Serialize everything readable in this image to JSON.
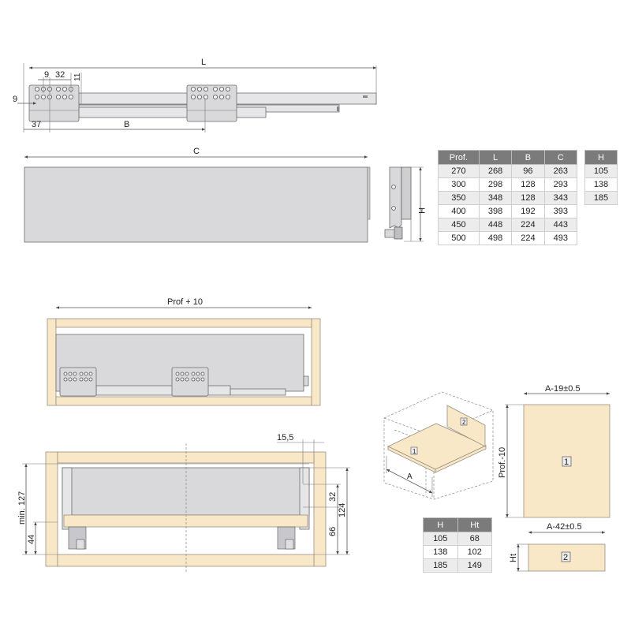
{
  "top_rail": {
    "dim_L": "L",
    "dim_9_top": "9",
    "dim_32": "32",
    "dim_11": "11",
    "dim_9_left": "9",
    "dim_37": "37",
    "dim_B": "B"
  },
  "side_panel": {
    "dim_C": "C",
    "dim_H": "H"
  },
  "dimension_table": {
    "headers": [
      "Prof.",
      "L",
      "B",
      "C"
    ],
    "rows": [
      [
        "270",
        "268",
        "96",
        "263"
      ],
      [
        "300",
        "298",
        "128",
        "293"
      ],
      [
        "350",
        "348",
        "128",
        "343"
      ],
      [
        "400",
        "398",
        "192",
        "393"
      ],
      [
        "450",
        "448",
        "224",
        "443"
      ],
      [
        "500",
        "498",
        "224",
        "493"
      ]
    ]
  },
  "height_table": {
    "header": "H",
    "rows": [
      "105",
      "138",
      "185"
    ]
  },
  "cabinet_side_view": {
    "dim_prof_plus_10": "Prof + 10"
  },
  "cabinet_front_view": {
    "dim_15_5": "15,5",
    "dim_min_127": "min. 127",
    "dim_44": "44",
    "dim_32": "32",
    "dim_124": "124",
    "dim_66": "66"
  },
  "isometric": {
    "label_A": "A",
    "part_1": "1",
    "part_2": "2"
  },
  "cut_panels": {
    "panel1_width": "A-19±0.5",
    "panel1_height": "Prof.-10",
    "panel1_label": "1",
    "panel2_width": "A-42±0.5",
    "panel2_height": "Ht",
    "panel2_label": "2"
  },
  "ht_table": {
    "headers": [
      "H",
      "Ht"
    ],
    "rows": [
      [
        "105",
        "68"
      ],
      [
        "138",
        "102"
      ],
      [
        "185",
        "149"
      ]
    ]
  },
  "colors": {
    "wood": "#f8e8c8",
    "metal": "#d9d9dc",
    "table_header": "#7b7b7b",
    "line": "#555555"
  }
}
